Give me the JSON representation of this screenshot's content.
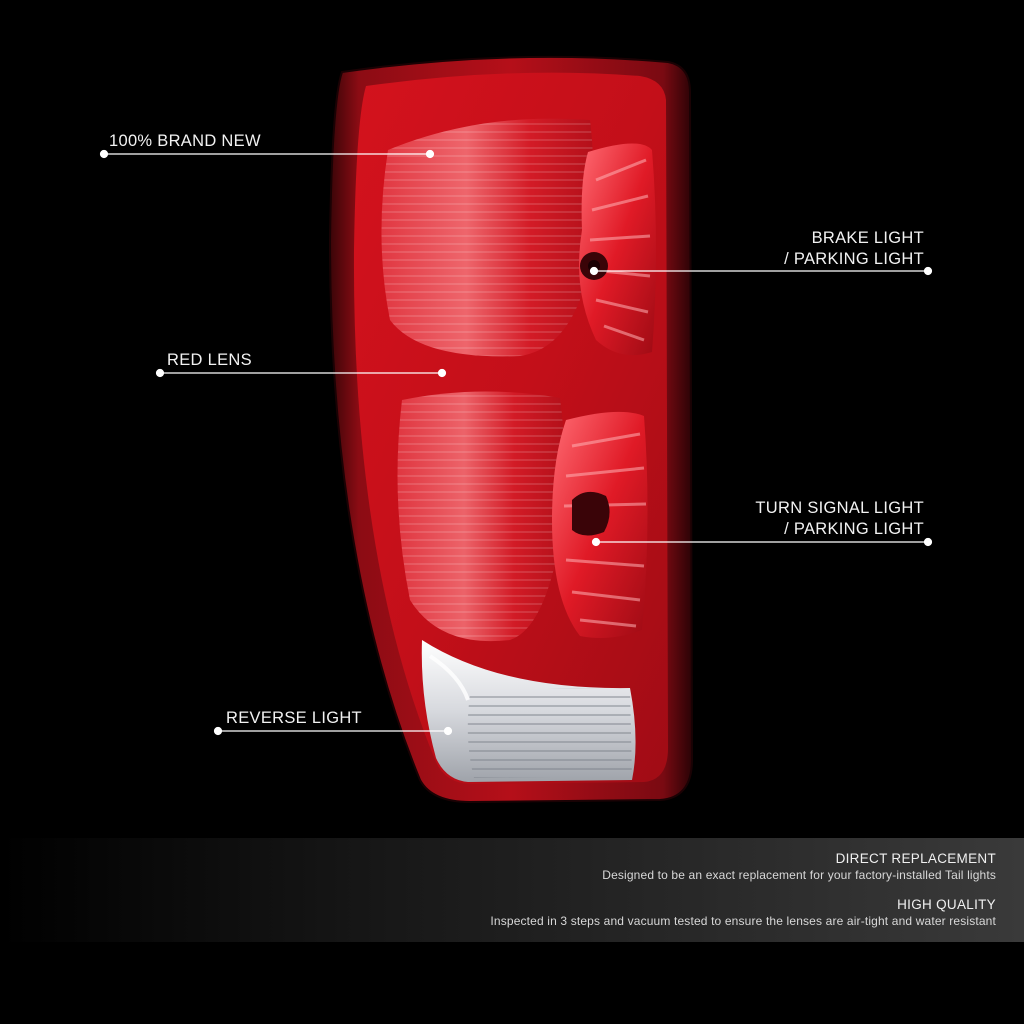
{
  "callouts": {
    "brand_new": "100% BRAND NEW",
    "red_lens": "RED LENS",
    "reverse_light": "REVERSE LIGHT",
    "brake_line1": "BRAKE LIGHT",
    "brake_line2": "/ PARKING LIGHT",
    "turn_line1": "TURN SIGNAL LIGHT",
    "turn_line2": "/ PARKING LIGHT"
  },
  "features": [
    {
      "title": "DIRECT REPLACEMENT",
      "text": "Designed to be an exact replacement for your factory-installed Tail lights"
    },
    {
      "title": "HIGH QUALITY",
      "text": "Inspected in 3 steps and vacuum tested to ensure the lenses are air-tight and water resistant"
    }
  ],
  "colors": {
    "background": "#000000",
    "lens_red": "#c8101a",
    "lens_dark_red": "#6a0a10",
    "reverse_clear": "#e8e8ea",
    "callout_line": "#ffffff"
  }
}
